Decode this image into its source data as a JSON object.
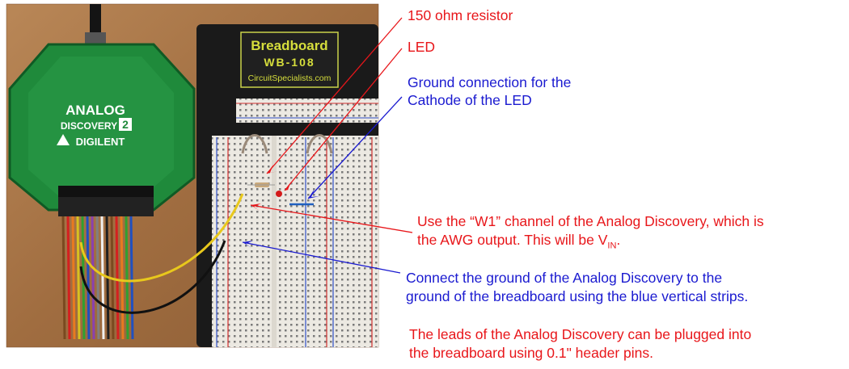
{
  "device": {
    "brand_line1": "ANALOG",
    "brand_line2": "DISCOVERY",
    "brand_num": "2",
    "maker": "DIGILENT"
  },
  "breadboard": {
    "title": "Breadboard",
    "model": "WB-108",
    "vendor": "CircuitSpecialists.com"
  },
  "annotations": {
    "resistor": "150 ohm resistor",
    "led": "LED",
    "ground_line1": "Ground connection for the",
    "ground_line2": "Cathode of the LED",
    "w1_line1": "Use the “W1” channel of the Analog Discovery, which is",
    "w1_line2_prefix": "the AWG output.  This will be V",
    "w1_line2_sub": "IN",
    "w1_line2_suffix": ".",
    "gnd_line1": "Connect the ground of the Analog Discovery to the",
    "gnd_line2": "ground of the breadboard using the blue vertical strips.",
    "leads_line1": "The leads of the Analog Discovery can be plugged into",
    "leads_line2": "the breadboard using 0.1\" header pins."
  },
  "colors": {
    "annotation_red": "#e8161a",
    "annotation_blue": "#1a1ad0",
    "device_green": "#1f8a3b",
    "breadboard_black": "#1a1a1a",
    "table_wood": "#b07a4a"
  }
}
